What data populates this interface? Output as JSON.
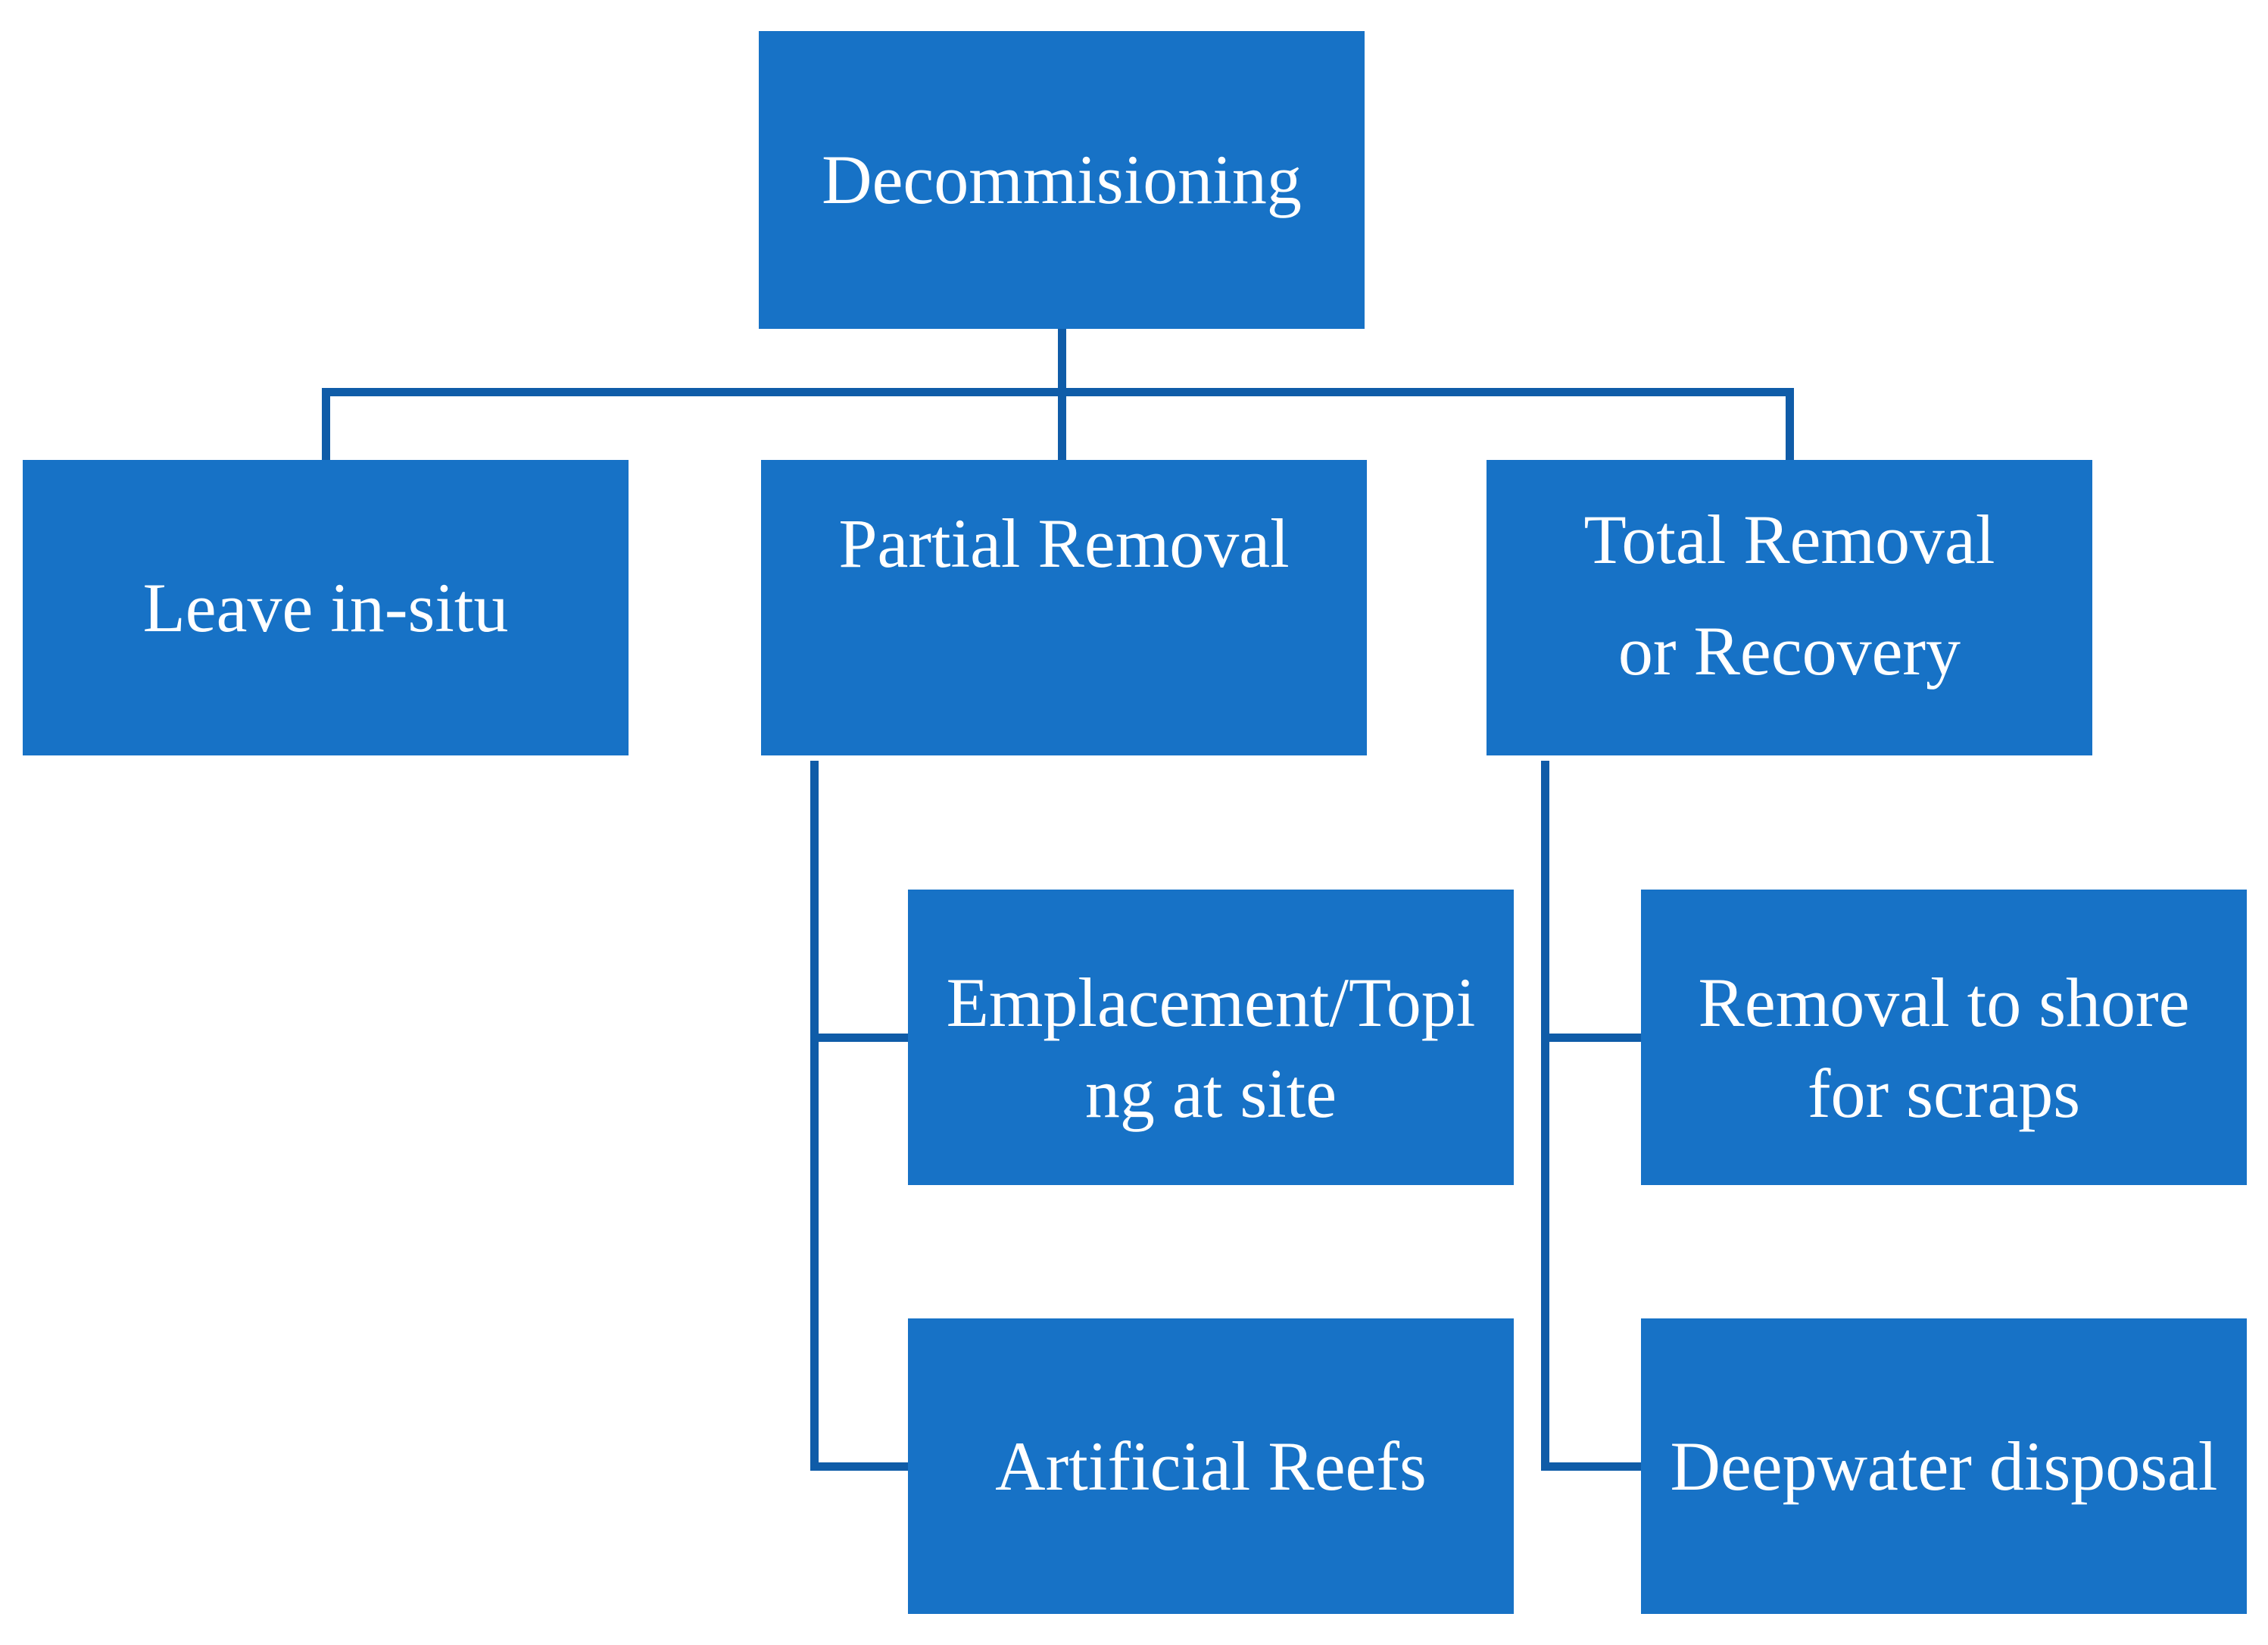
{
  "diagram": {
    "type": "hierarchy-flowchart",
    "structure": {
      "root": "root",
      "children_of_root": [
        "leave_in_situ",
        "partial_removal",
        "total_removal"
      ],
      "children_of_partial_removal": [
        "emplacement",
        "artificial_reefs"
      ],
      "children_of_total_removal": [
        "removal_to_shore",
        "deepwater"
      ]
    }
  },
  "colors": {
    "box_fill": "#1772C6",
    "connector": "#0F5CA8",
    "text": "#FFFFFF",
    "background": "#FFFFFF"
  },
  "nodes": {
    "root": {
      "label": "Decommisioning"
    },
    "leave_in_situ": {
      "label": "Leave in-situ"
    },
    "partial_removal": {
      "label": "Partial Removal"
    },
    "total_removal": {
      "lines": [
        "Total Removal",
        "or Recovery"
      ]
    },
    "emplacement": {
      "lines": [
        "Emplacement/Topi",
        "ng at site"
      ]
    },
    "artificial_reefs": {
      "label": "Artificial Reefs"
    },
    "removal_to_shore": {
      "lines": [
        "Removal to shore",
        "for scraps"
      ]
    },
    "deepwater": {
      "label": "Deepwater disposal"
    }
  }
}
